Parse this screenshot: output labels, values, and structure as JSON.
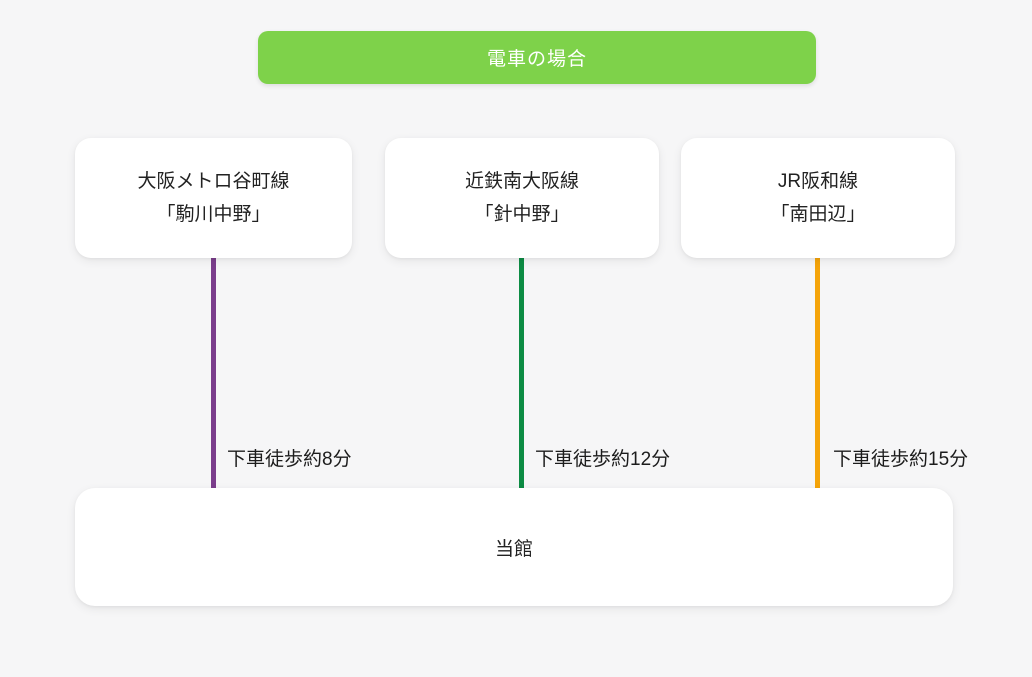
{
  "header": {
    "label": "電車の場合",
    "bg_color": "#7ed24a",
    "text_color": "#ffffff"
  },
  "routes": [
    {
      "line_name": "大阪メトロ谷町線",
      "station": "「駒川中野」",
      "line_color": "#7b3e8c",
      "walk_label": "下車徒歩約8分"
    },
    {
      "line_name": "近鉄南大阪線",
      "station": "「針中野」",
      "line_color": "#0d8c44",
      "walk_label": "下車徒歩約12分"
    },
    {
      "line_name": "JR阪和線",
      "station": "「南田辺」",
      "line_color": "#f5a40a",
      "walk_label": "下車徒歩約15分"
    }
  ],
  "destination": {
    "label": "当館"
  }
}
